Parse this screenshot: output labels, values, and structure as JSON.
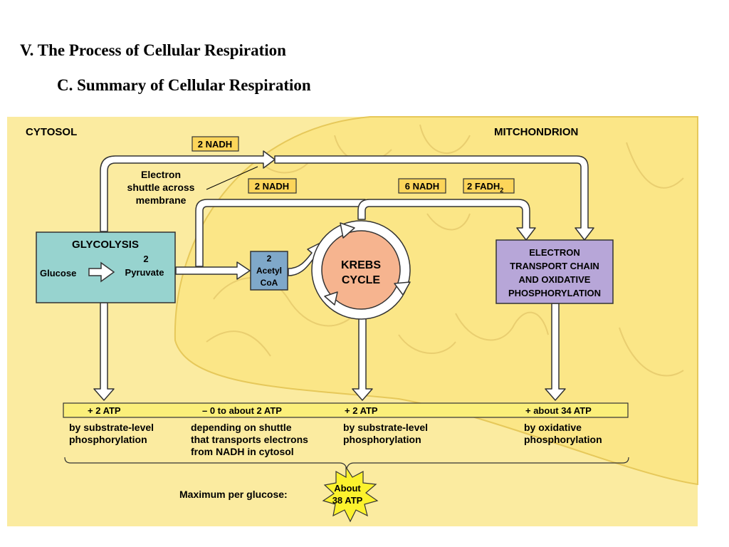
{
  "slide": {
    "title": "V. The Process of Cellular Respiration",
    "subtitle": "C. Summary of Cellular Respiration"
  },
  "regions": {
    "cytosol": "CYTOSOL",
    "mitochondrion": "MITCHONDRION"
  },
  "glycolysis": {
    "title": "GLYCOLYSIS",
    "input": "Glucose",
    "output_count": "2",
    "output": "Pyruvate"
  },
  "acetyl_coa": [
    "2",
    "Acetyl",
    "CoA"
  ],
  "krebs": [
    "KREBS",
    "CYCLE"
  ],
  "etc": [
    "ELECTRON",
    "TRANSPORT CHAIN",
    "AND OXIDATIVE",
    "PHOSPHORYLATION"
  ],
  "carriers": {
    "shuttle_nadh": "2 NADH",
    "pyruvate_nadh": "2 NADH",
    "krebs_nadh": "6 NADH",
    "krebs_fadh": "2 FADH",
    "krebs_fadh_sub": "2"
  },
  "shuttle_label": [
    "Electron",
    "shuttle across",
    "membrane"
  ],
  "atp_yields": [
    {
      "amount": "+ 2 ATP",
      "desc": [
        "by substrate-level",
        "phosphorylation"
      ]
    },
    {
      "amount": "– 0 to about 2 ATP",
      "desc": [
        "depending on shuttle",
        "that transports electrons",
        "from NADH in cytosol"
      ]
    },
    {
      "amount": "+ 2 ATP",
      "desc": [
        "by substrate-level",
        "phosphorylation"
      ]
    },
    {
      "amount": "+ about 34 ATP",
      "desc": [
        "by oxidative",
        "phosphorylation"
      ]
    }
  ],
  "maximum": {
    "label": "Maximum per glucose:",
    "value": [
      "About",
      "38 ATP"
    ]
  },
  "colors": {
    "cytosol_bg": "#fbeba0",
    "mitochondrion": "#fbe687",
    "glycolysis_box": "#97d3cf",
    "acetyl_box": "#7fa8c9",
    "krebs_fill": "#f6b48f",
    "etc_box": "#b7a6d8",
    "label_tag": "#fcd55a",
    "atp_bar": "#fbef7a",
    "starburst": "#fcf22d"
  }
}
